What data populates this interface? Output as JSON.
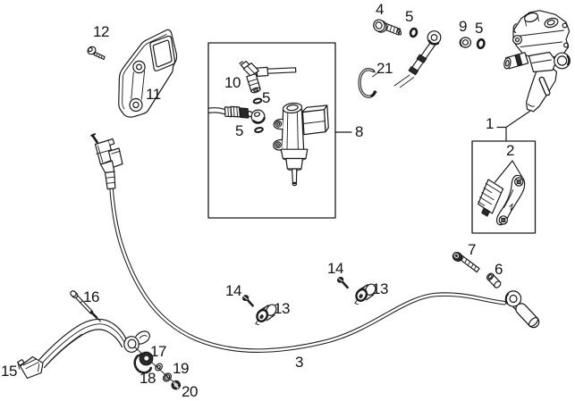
{
  "colors": {
    "background": "#ffffff",
    "line": "#1a1a1a"
  },
  "callouts": [
    {
      "text": "4"
    },
    {
      "text": "5"
    },
    {
      "text": "9"
    },
    {
      "text": "5"
    },
    {
      "text": "12"
    },
    {
      "text": "21"
    },
    {
      "text": "10"
    },
    {
      "text": "11"
    },
    {
      "text": "5"
    },
    {
      "text": "1"
    },
    {
      "text": "5"
    },
    {
      "text": "8"
    },
    {
      "text": "2"
    },
    {
      "text": "7"
    },
    {
      "text": "6"
    },
    {
      "text": "14"
    },
    {
      "text": "13"
    },
    {
      "text": "14"
    },
    {
      "text": "13"
    },
    {
      "text": "16"
    },
    {
      "text": "3"
    },
    {
      "text": "17"
    },
    {
      "text": "15"
    },
    {
      "text": "19"
    },
    {
      "text": "18"
    },
    {
      "text": "20"
    }
  ]
}
